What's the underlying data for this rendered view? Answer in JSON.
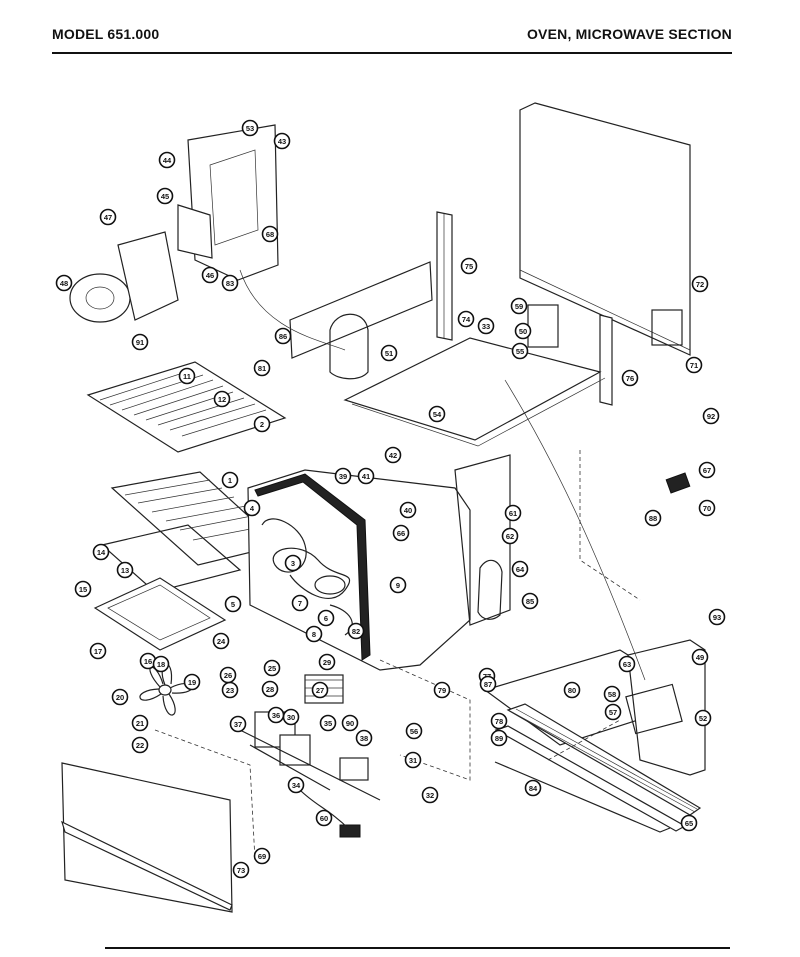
{
  "header": {
    "model": "MODEL 651.000",
    "section": "OVEN, MICROWAVE SECTION"
  },
  "callouts": [
    {
      "id": "c1",
      "label": "1"
    },
    {
      "id": "c2",
      "label": "2"
    },
    {
      "id": "c3",
      "label": "3"
    },
    {
      "id": "c4",
      "label": "4"
    },
    {
      "id": "c5",
      "label": "5"
    },
    {
      "id": "c6",
      "label": "6"
    },
    {
      "id": "c7",
      "label": "7"
    },
    {
      "id": "c8",
      "label": "8"
    },
    {
      "id": "c9",
      "label": "9"
    },
    {
      "id": "c11",
      "label": "11"
    },
    {
      "id": "c12",
      "label": "12"
    },
    {
      "id": "c13",
      "label": "13"
    },
    {
      "id": "c14",
      "label": "14"
    },
    {
      "id": "c15",
      "label": "15"
    },
    {
      "id": "c16",
      "label": "16"
    },
    {
      "id": "c17",
      "label": "17"
    },
    {
      "id": "c18",
      "label": "18"
    },
    {
      "id": "c19",
      "label": "19"
    },
    {
      "id": "c20",
      "label": "20"
    },
    {
      "id": "c21",
      "label": "21"
    },
    {
      "id": "c22",
      "label": "22"
    },
    {
      "id": "c23",
      "label": "23"
    },
    {
      "id": "c24",
      "label": "24"
    },
    {
      "id": "c25",
      "label": "25"
    },
    {
      "id": "c26",
      "label": "26"
    },
    {
      "id": "c27",
      "label": "27"
    },
    {
      "id": "c28",
      "label": "28"
    },
    {
      "id": "c29",
      "label": "29"
    },
    {
      "id": "c30",
      "label": "30"
    },
    {
      "id": "c31",
      "label": "31"
    },
    {
      "id": "c32",
      "label": "32"
    },
    {
      "id": "c33",
      "label": "33"
    },
    {
      "id": "c34",
      "label": "34"
    },
    {
      "id": "c35",
      "label": "35"
    },
    {
      "id": "c36",
      "label": "36"
    },
    {
      "id": "c37",
      "label": "37"
    },
    {
      "id": "c38",
      "label": "38"
    },
    {
      "id": "c39",
      "label": "39"
    },
    {
      "id": "c40",
      "label": "40"
    },
    {
      "id": "c41",
      "label": "41"
    },
    {
      "id": "c42",
      "label": "42"
    },
    {
      "id": "c43",
      "label": "43"
    },
    {
      "id": "c44",
      "label": "44"
    },
    {
      "id": "c45",
      "label": "45"
    },
    {
      "id": "c46",
      "label": "46"
    },
    {
      "id": "c47",
      "label": "47"
    },
    {
      "id": "c48",
      "label": "48"
    },
    {
      "id": "c49",
      "label": "49"
    },
    {
      "id": "c50",
      "label": "50"
    },
    {
      "id": "c51",
      "label": "51"
    },
    {
      "id": "c52",
      "label": "52"
    },
    {
      "id": "c53",
      "label": "53"
    },
    {
      "id": "c54",
      "label": "54"
    },
    {
      "id": "c55",
      "label": "55"
    },
    {
      "id": "c56",
      "label": "56"
    },
    {
      "id": "c57",
      "label": "57"
    },
    {
      "id": "c58",
      "label": "58"
    },
    {
      "id": "c59",
      "label": "59"
    },
    {
      "id": "c60",
      "label": "60"
    },
    {
      "id": "c61",
      "label": "61"
    },
    {
      "id": "c62",
      "label": "62"
    },
    {
      "id": "c63",
      "label": "63"
    },
    {
      "id": "c64",
      "label": "64"
    },
    {
      "id": "c65",
      "label": "65"
    },
    {
      "id": "c66",
      "label": "66"
    },
    {
      "id": "c67",
      "label": "67"
    },
    {
      "id": "c68",
      "label": "68"
    },
    {
      "id": "c69",
      "label": "69"
    },
    {
      "id": "c70",
      "label": "70"
    },
    {
      "id": "c71",
      "label": "71"
    },
    {
      "id": "c72",
      "label": "72"
    },
    {
      "id": "c73",
      "label": "73"
    },
    {
      "id": "c74",
      "label": "74"
    },
    {
      "id": "c75",
      "label": "75"
    },
    {
      "id": "c76",
      "label": "76"
    },
    {
      "id": "c77",
      "label": "77"
    },
    {
      "id": "c78",
      "label": "78"
    },
    {
      "id": "c79",
      "label": "79"
    },
    {
      "id": "c80",
      "label": "80"
    },
    {
      "id": "c81",
      "label": "81"
    },
    {
      "id": "c82",
      "label": "82"
    },
    {
      "id": "c83",
      "label": "83"
    },
    {
      "id": "c84",
      "label": "84"
    },
    {
      "id": "c85",
      "label": "85"
    },
    {
      "id": "c86",
      "label": "86"
    },
    {
      "id": "c87",
      "label": "87"
    },
    {
      "id": "c88",
      "label": "88"
    },
    {
      "id": "c89",
      "label": "89"
    },
    {
      "id": "c90",
      "label": "90"
    },
    {
      "id": "c91",
      "label": "91"
    },
    {
      "id": "c92",
      "label": "92"
    },
    {
      "id": "c93",
      "label": "93"
    }
  ]
}
